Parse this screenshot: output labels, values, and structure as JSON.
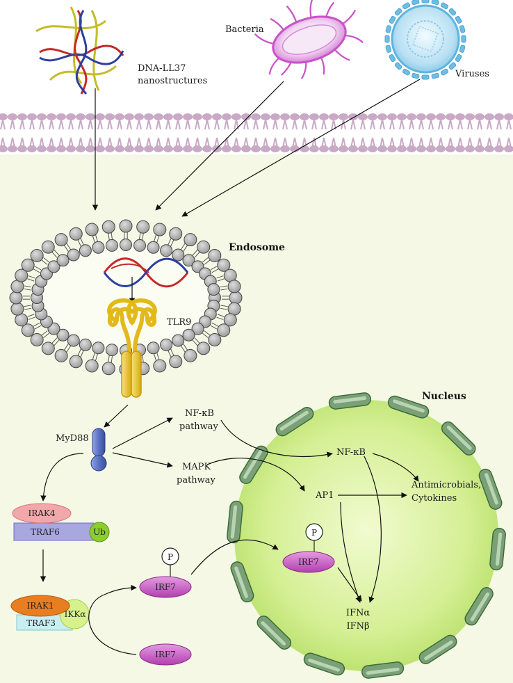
{
  "sources": {
    "dna_ll37": [
      "DNA-LL37",
      "nanostructures"
    ],
    "bacteria": "Bacteria",
    "viruses": "Viruses"
  },
  "compartments": {
    "endosome": "Endosome",
    "nucleus": "Nucleus"
  },
  "receptor": {
    "tlr9": "TLR9",
    "adaptor": "MyD88"
  },
  "pathways": {
    "nfkb": [
      "NF-κB",
      "pathway"
    ],
    "mapk": [
      "MAPK",
      "pathway"
    ]
  },
  "complexes": {
    "irak4": "IRAK4",
    "traf6": "TRAF6",
    "ub": "Ub",
    "irak1": "IRAK1",
    "traf3": "TRAF3",
    "ikka": "IKKα"
  },
  "irf7": {
    "phospho": "P",
    "cytoplasm_active": "IRF7",
    "cytoplasm_inactive": "IRF7",
    "nuclear": "IRF7"
  },
  "nuclear_factors": {
    "nfkb": "NF-κB",
    "ap1": "AP1"
  },
  "outputs": {
    "antimicrobials": [
      "Antimicrobials,",
      "Cytokines"
    ],
    "interferons": [
      "IFNα",
      "IFNβ"
    ]
  },
  "colors": {
    "cytoplasm": "#f5f8e4",
    "membrane": "#c9a9c6",
    "nucleus": "#d8f09a",
    "lipid_head": "#b9b9b9",
    "tlr9": "#e3b91a",
    "irf7": "#c44fc0",
    "irak4": "#f0a8aa",
    "traf6": "#a9a7e0",
    "ub": "#8ccc2e",
    "irak1": "#e97d22",
    "traf3": "#c9eef2",
    "ikka": "#d7f28c",
    "myd88": "#5064b0"
  }
}
